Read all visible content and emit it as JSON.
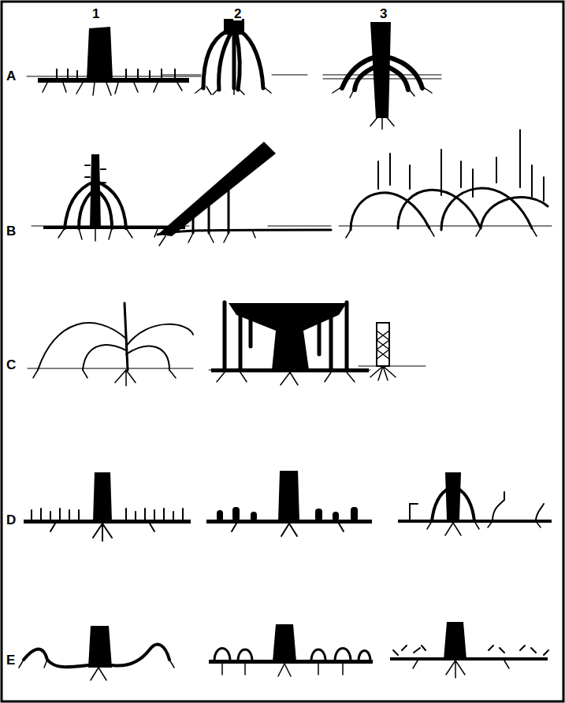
{
  "diagram": {
    "labels": [
      "1",
      "2",
      "3",
      "A",
      "B",
      "C",
      "D",
      "E"
    ]
  }
}
